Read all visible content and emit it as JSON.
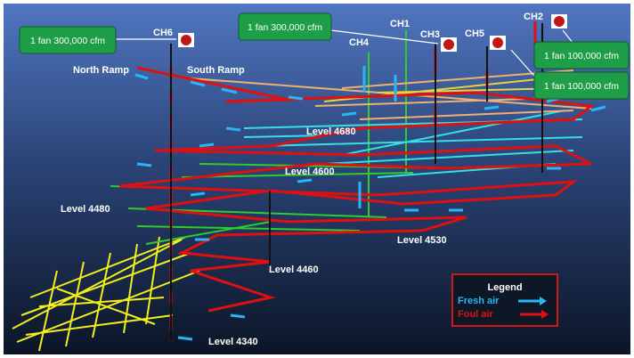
{
  "shafts": [
    {
      "name": "CH6"
    },
    {
      "name": "CH4"
    },
    {
      "name": "CH1"
    },
    {
      "name": "CH3"
    },
    {
      "name": "CH5"
    },
    {
      "name": "CH2"
    }
  ],
  "fan_boxes": [
    {
      "text": "1 fan 300,000 cfm"
    },
    {
      "text": "1 fan 300,000 cfm"
    },
    {
      "text": "1 fan 100,000 cfm"
    },
    {
      "text": "1 fan 100,000 cfm"
    }
  ],
  "ramps": {
    "north": "North Ramp",
    "south": "South Ramp"
  },
  "levels": [
    "Level 4680",
    "Level 4600",
    "Level 4480",
    "Level 4530",
    "Level 4460",
    "Level 4340"
  ],
  "legend": {
    "title": "Legend",
    "fresh": "Fresh air",
    "foul": "Foul air",
    "fresh_color": "#29b6f6",
    "foul_color": "#e01010"
  }
}
